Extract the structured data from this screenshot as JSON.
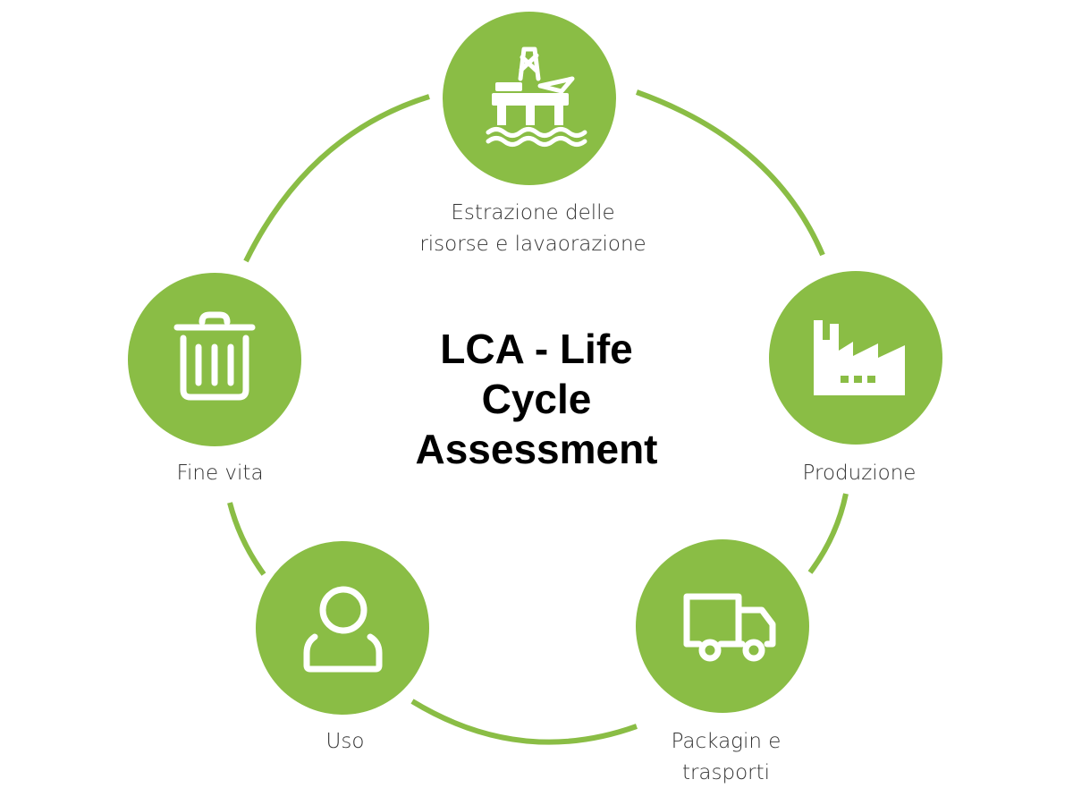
{
  "title": {
    "lines": [
      "LCA - Life",
      "Cycle",
      "Assessment"
    ]
  },
  "colors": {
    "accent": "#8abd45",
    "text": "#333333",
    "title": "#000000"
  },
  "stages": [
    {
      "id": "estrazione",
      "icon": "oil-rig-icon",
      "label_lines": [
        "Estrazione delle",
        "risorse e lavaorazione"
      ]
    },
    {
      "id": "produzione",
      "icon": "factory-icon",
      "label_lines": [
        "Produzione"
      ]
    },
    {
      "id": "packaging",
      "icon": "truck-icon",
      "label_lines": [
        "Packagin e",
        "trasporti"
      ]
    },
    {
      "id": "uso",
      "icon": "user-icon",
      "label_lines": [
        "Uso"
      ]
    },
    {
      "id": "fine-vita",
      "icon": "trash-icon",
      "label_lines": [
        "Fine vita"
      ]
    }
  ]
}
